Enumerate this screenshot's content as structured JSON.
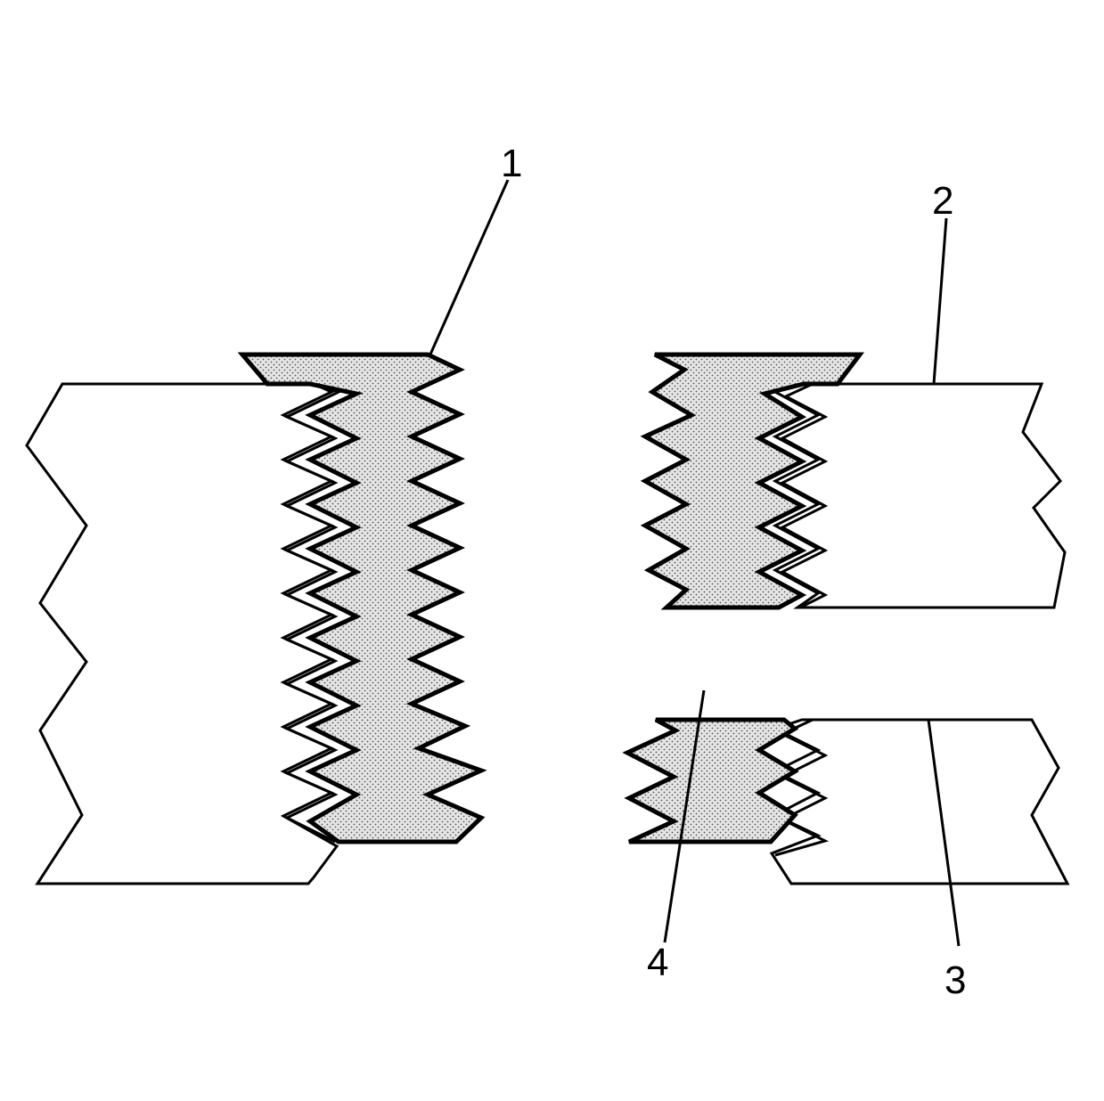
{
  "callouts": {
    "c1": "1",
    "c2": "2",
    "c3": "3",
    "c4": "4"
  },
  "colors": {
    "background": "#ffffff",
    "stroke": "#000000",
    "stipple_base": "#e6e6e6",
    "stipple_dot": "#555555"
  }
}
